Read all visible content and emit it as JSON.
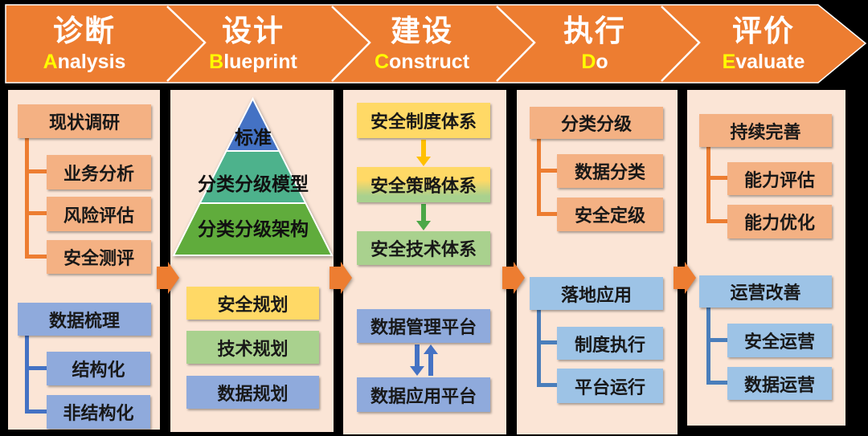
{
  "banner": {
    "phases": [
      {
        "zh": "诊断",
        "en_initial": "A",
        "en_rest": "nalysis"
      },
      {
        "zh": "设计",
        "en_initial": "B",
        "en_rest": "lueprint"
      },
      {
        "zh": "建设",
        "en_initial": "C",
        "en_rest": "onstruct"
      },
      {
        "zh": "执行",
        "en_initial": "D",
        "en_rest": "o"
      },
      {
        "zh": "评价",
        "en_initial": "E",
        "en_rest": "valuate"
      }
    ],
    "colors": {
      "ribbon": "#ED7D31",
      "initial": "#FFFF00",
      "text": "#FFFFFF"
    }
  },
  "columns": {
    "diagnosis": {
      "survey": {
        "parent": "现状调研",
        "children": [
          "业务分析",
          "风险评估",
          "安全测评"
        ]
      },
      "data_sorting": {
        "parent": "数据梳理",
        "children": [
          "结构化",
          "非结构化"
        ]
      }
    },
    "design": {
      "pyramid": {
        "top": "标准",
        "middle": "分类分级模型",
        "bottom": "分类分级架构"
      },
      "plans": [
        "安全规划",
        "技术规划",
        "数据规划"
      ]
    },
    "construct": {
      "systems": [
        "安全制度体系",
        "安全策略体系",
        "安全技术体系"
      ],
      "platforms": [
        "数据管理平台",
        "数据应用平台"
      ]
    },
    "do": {
      "classification": {
        "parent": "分类分级",
        "children": [
          "数据分类",
          "安全定级"
        ]
      },
      "application": {
        "parent": "落地应用",
        "children": [
          "制度执行",
          "平台运行"
        ]
      }
    },
    "evaluate": {
      "improvement": {
        "parent": "持续完善",
        "children": [
          "能力评估",
          "能力优化"
        ]
      },
      "operation": {
        "parent": "运营改善",
        "children": [
          "安全运营",
          "数据运营"
        ]
      }
    }
  },
  "colors": {
    "panel_bg": "#FBE5D6",
    "box_orange": "#F4B183",
    "box_blue": "#8FAADC",
    "box_light_blue": "#9DC3E6",
    "box_yellow": "#FFD966",
    "box_green": "#A9D18E",
    "pyramid_top": "#4472C4",
    "pyramid_middle": "#4DB28C",
    "pyramid_bottom": "#60AC3C",
    "flow_arrow": "#ED7D31",
    "connector_orange": "#ED7D31",
    "connector_blue": "#4472C4",
    "connector_light_blue": "#4A7EBB",
    "arrow_yellow": "#FFC000",
    "arrow_green": "#4CA747",
    "arrow_blue": "#4472C4",
    "background": "#000000"
  }
}
